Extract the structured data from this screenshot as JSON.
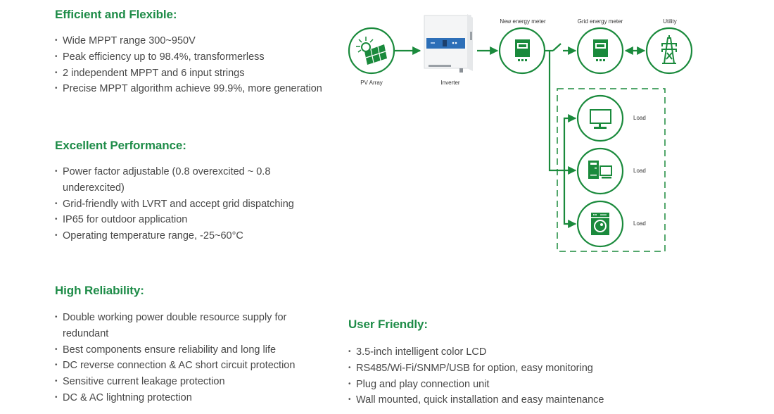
{
  "colors": {
    "accent_green": "#1e8c48",
    "diagram_green": "#1a8a3c",
    "body_text": "#474747",
    "inverter_panel_blue": "#2d6fb8"
  },
  "sections": {
    "efficient": {
      "title": "Efficient and Flexible:",
      "items": [
        "Wide MPPT range 300~950V",
        "Peak efficiency up to 98.4%, transformerless",
        "2 independent MPPT and 6 input strings",
        "Precise MPPT algorithm achieve 99.9%, more generation"
      ]
    },
    "performance": {
      "title": "Excellent Performance:",
      "items": [
        "Power factor adjustable  (0.8 overexcited ~ 0.8 underexcited)",
        "Grid-friendly with LVRT and accept grid dispatching",
        "IP65 for outdoor application",
        "Operating temperature range, -25~60°C"
      ]
    },
    "reliability": {
      "title": "High Reliability:",
      "items": [
        "Double working power double resource supply for redundant",
        "Best components ensure reliability and long life",
        "DC reverse connection & AC short circuit protection",
        "Sensitive current leakage protection",
        "DC & AC lightning protection"
      ]
    },
    "user": {
      "title": "User Friendly:",
      "items": [
        "3.5-inch intelligent color LCD",
        "RS485/Wi-Fi/SNMP/USB for option, easy monitoring",
        "Plug and play connection unit",
        "Wall mounted, quick installation and easy maintenance"
      ]
    }
  },
  "diagram": {
    "nodes": {
      "pv_array": {
        "label": "PV Array",
        "icon": "solar-panel-icon"
      },
      "inverter": {
        "label": "Inverter",
        "icon": "inverter-icon"
      },
      "new_meter": {
        "label": "New energy meter",
        "icon": "energy-meter-icon"
      },
      "grid_meter": {
        "label": "Grid energy meter",
        "icon": "energy-meter-icon"
      },
      "utility": {
        "label": "Utility",
        "icon": "transmission-tower-icon"
      },
      "load_tv": {
        "label": "Load",
        "icon": "monitor-icon"
      },
      "load_pc": {
        "label": "Load",
        "icon": "desktop-computer-icon"
      },
      "load_washer": {
        "label": "Load",
        "icon": "washing-machine-icon"
      }
    }
  }
}
